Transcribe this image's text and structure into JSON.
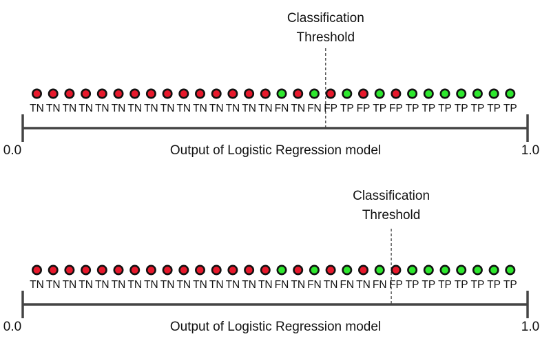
{
  "panels": [
    {
      "threshold_title": [
        "Classification",
        "Threshold"
      ],
      "threshold_value": 0.6,
      "axis_label": "Output of Logistic Regression model",
      "axis_min_label": "0.0",
      "axis_max_label": "1.0",
      "points": [
        {
          "label": "TN",
          "color": "red"
        },
        {
          "label": "TN",
          "color": "red"
        },
        {
          "label": "TN",
          "color": "red"
        },
        {
          "label": "TN",
          "color": "red"
        },
        {
          "label": "TN",
          "color": "red"
        },
        {
          "label": "TN",
          "color": "red"
        },
        {
          "label": "TN",
          "color": "red"
        },
        {
          "label": "TN",
          "color": "red"
        },
        {
          "label": "TN",
          "color": "red"
        },
        {
          "label": "TN",
          "color": "red"
        },
        {
          "label": "TN",
          "color": "red"
        },
        {
          "label": "TN",
          "color": "red"
        },
        {
          "label": "TN",
          "color": "red"
        },
        {
          "label": "TN",
          "color": "red"
        },
        {
          "label": "TN",
          "color": "red"
        },
        {
          "label": "FN",
          "color": "green"
        },
        {
          "label": "TN",
          "color": "red"
        },
        {
          "label": "FN",
          "color": "green"
        },
        {
          "label": "FP",
          "color": "red"
        },
        {
          "label": "TP",
          "color": "green"
        },
        {
          "label": "FP",
          "color": "red"
        },
        {
          "label": "TP",
          "color": "green"
        },
        {
          "label": "FP",
          "color": "red"
        },
        {
          "label": "TP",
          "color": "green"
        },
        {
          "label": "TP",
          "color": "green"
        },
        {
          "label": "TP",
          "color": "green"
        },
        {
          "label": "TP",
          "color": "green"
        },
        {
          "label": "TP",
          "color": "green"
        },
        {
          "label": "TP",
          "color": "green"
        },
        {
          "label": "TP",
          "color": "green"
        }
      ]
    },
    {
      "threshold_title": [
        "Classification",
        "Threshold"
      ],
      "threshold_value": 0.73,
      "axis_label": "Output of Logistic Regression model",
      "axis_min_label": "0.0",
      "axis_max_label": "1.0",
      "points": [
        {
          "label": "TN",
          "color": "red"
        },
        {
          "label": "TN",
          "color": "red"
        },
        {
          "label": "TN",
          "color": "red"
        },
        {
          "label": "TN",
          "color": "red"
        },
        {
          "label": "TN",
          "color": "red"
        },
        {
          "label": "TN",
          "color": "red"
        },
        {
          "label": "TN",
          "color": "red"
        },
        {
          "label": "TN",
          "color": "red"
        },
        {
          "label": "TN",
          "color": "red"
        },
        {
          "label": "TN",
          "color": "red"
        },
        {
          "label": "TN",
          "color": "red"
        },
        {
          "label": "TN",
          "color": "red"
        },
        {
          "label": "TN",
          "color": "red"
        },
        {
          "label": "TN",
          "color": "red"
        },
        {
          "label": "TN",
          "color": "red"
        },
        {
          "label": "FN",
          "color": "green"
        },
        {
          "label": "TN",
          "color": "red"
        },
        {
          "label": "FN",
          "color": "green"
        },
        {
          "label": "TN",
          "color": "red"
        },
        {
          "label": "FN",
          "color": "green"
        },
        {
          "label": "TN",
          "color": "red"
        },
        {
          "label": "FN",
          "color": "green"
        },
        {
          "label": "FP",
          "color": "red"
        },
        {
          "label": "TP",
          "color": "green"
        },
        {
          "label": "TP",
          "color": "green"
        },
        {
          "label": "TP",
          "color": "green"
        },
        {
          "label": "TP",
          "color": "green"
        },
        {
          "label": "TP",
          "color": "green"
        },
        {
          "label": "TP",
          "color": "green"
        },
        {
          "label": "TP",
          "color": "green"
        }
      ]
    }
  ],
  "colors": {
    "red": "#e8192c",
    "green": "#2ee82e",
    "outline": "#111111",
    "axis": "#444444",
    "text": "#111111"
  }
}
